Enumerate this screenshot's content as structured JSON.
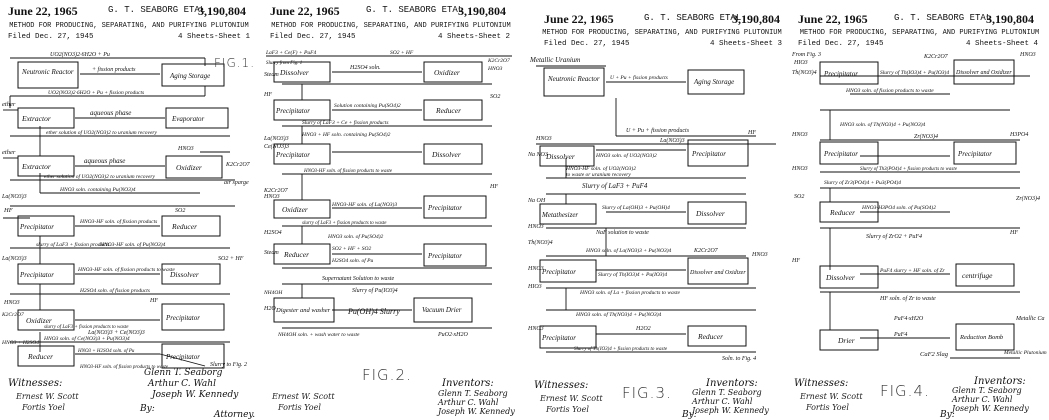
{
  "header": {
    "date": "June 22, 1965",
    "inventor": "G. T. SEABORG ETAL",
    "patent_number": "3,190,804",
    "title": "METHOD FOR PRODUCING, SEPARATING, AND PURIFYING PLUTONIUM",
    "filed": "Filed Dec. 27, 1945"
  },
  "signatures": {
    "witnesses": "Witnesses:",
    "witness_sign_1": "Ernest W. Scott",
    "witness_sign_2": "Fortis Yoel",
    "inventors": "Inventors:",
    "inventor_1": "Glenn T. Seaborg",
    "inventor_2": "Arthur C. Wahl",
    "inventor_3": "Joseph W. Kennedy",
    "by": "By:",
    "attorney": "Attorney."
  },
  "sheets": [
    {
      "sheet_label": "4 Sheets-Sheet 1",
      "figure": "FIG.1.",
      "boxes": [
        {
          "label": "Neutronic Reactor"
        },
        {
          "label": "Aging Storage"
        },
        {
          "label": "Extractor"
        },
        {
          "label": "Evaporator"
        },
        {
          "label": "Extractor"
        },
        {
          "label": "Oxidizer"
        },
        {
          "label": "Precipitator"
        },
        {
          "label": "Reducer"
        },
        {
          "label": "Precipitator"
        },
        {
          "label": "Dissolver"
        },
        {
          "label": "Oxidizer"
        },
        {
          "label": "Precipitator"
        },
        {
          "label": "Reducer"
        },
        {
          "label": "Precipitator"
        }
      ],
      "flows": [
        {
          "label": "UO2(NO3)2·6H2O + Pu"
        },
        {
          "label": "+ fission products"
        },
        {
          "label": "ether"
        },
        {
          "label": "aqueous phase"
        },
        {
          "label": "UO2(NO3)2·6H2O + Pu + fission products"
        },
        {
          "label": "ether solution of UO2(NO3)2 to uranium recovery"
        },
        {
          "label": "ether"
        },
        {
          "label": "HNO3"
        },
        {
          "label": "aqueous phase"
        },
        {
          "label": "K2Cr2O7"
        },
        {
          "label": "ether solution of UO2(NO3)2 to uranium recovery"
        },
        {
          "label": "HNO3 soln. containing Pu(NO3)4"
        },
        {
          "label": "air sparge"
        },
        {
          "label": "La(NO3)3"
        },
        {
          "label": "HF"
        },
        {
          "label": "SO2"
        },
        {
          "label": "HNO3-HF soln. of fission products"
        },
        {
          "label": "slurry of LaF3 + fission products"
        },
        {
          "label": "HNO3-HF soln. of Pu(NO3)4"
        },
        {
          "label": "La(NO3)3"
        },
        {
          "label": "SO2 + HF"
        },
        {
          "label": "HNO3"
        },
        {
          "label": "HNO3-HF soln. of fission products to waste"
        },
        {
          "label": "H2SO4 soln. of fission products"
        },
        {
          "label": "K2Cr2O7"
        },
        {
          "label": "HF"
        },
        {
          "label": "HNO3 soln. of Ce(NO3)3 + Pu(NO3)4"
        },
        {
          "label": "slurry of LaF3 + fission products to waste"
        },
        {
          "label": "La(NO3)3 + Ce(NO3)3"
        },
        {
          "label": "HNO3 + H2SO4"
        },
        {
          "label": "HNO3 + H2SO4 soln. of Pu"
        },
        {
          "label": "HNO3-HF soln. of fission products to waste"
        },
        {
          "label": "Slurry to Fig. 2"
        }
      ]
    },
    {
      "sheet_label": "4 Sheets-Sheet 2",
      "figure": "FIG.2.",
      "boxes": [
        {
          "label": "Dissolver"
        },
        {
          "label": "Oxidizer"
        },
        {
          "label": "Precipitator"
        },
        {
          "label": "Reducer"
        },
        {
          "label": "Precipitator"
        },
        {
          "label": "Dissolver"
        },
        {
          "label": "Oxidizer"
        },
        {
          "label": "Precipitator"
        },
        {
          "label": "Precipitator"
        },
        {
          "label": "Reducer"
        },
        {
          "label": "Digester and washer"
        },
        {
          "label": "Vacuum Drier"
        }
      ],
      "flows": [
        {
          "label": "LaF3 + Ce(F) + PuF4"
        },
        {
          "label": "Slurry from Fig. 1"
        },
        {
          "label": "SO2 + HF"
        },
        {
          "label": "Steam"
        },
        {
          "label": "H2SO4 soln."
        },
        {
          "label": "K2Cr2O7"
        },
        {
          "label": "HNO3"
        },
        {
          "label": "HF"
        },
        {
          "label": "Solution containing Pu(SO4)2"
        },
        {
          "label": "SO2"
        },
        {
          "label": "Slurry of LaF3 + Ce + fission products"
        },
        {
          "label": "HNO3 + HF soln. containing Pu(SO4)2"
        },
        {
          "label": "La(NO3)3"
        },
        {
          "label": "Ce(NO3)3"
        },
        {
          "label": "HNO3-HF soln. of fission products to waste"
        },
        {
          "label": "K2Cr2O7"
        },
        {
          "label": "HNO3"
        },
        {
          "label": "HF"
        },
        {
          "label": "HNO3-HF soln. of La(NO3)3"
        },
        {
          "label": "slurry of LaF3 + fission products to waste"
        },
        {
          "label": "H2SO4"
        },
        {
          "label": "HNO3 soln. of Pu(SO4)2"
        },
        {
          "label": "Steam"
        },
        {
          "label": "SO2 + HF + SO2"
        },
        {
          "label": "H2SO4 soln. of Pu"
        },
        {
          "label": "Supernatant Solution to waste"
        },
        {
          "label": "Slurry of Pu(IO3)4"
        },
        {
          "label": "NH4OH"
        },
        {
          "label": "H2O"
        },
        {
          "label": "Pu(OH)4 Slurry"
        },
        {
          "label": "NH4OH soln. + wash water to waste"
        },
        {
          "label": "PuO2·xH2O"
        }
      ]
    },
    {
      "sheet_label": "4 Sheets-Sheet 3",
      "figure": "FIG.3.",
      "boxes": [
        {
          "label": "Neutronic Reactor"
        },
        {
          "label": "Aging Storage"
        },
        {
          "label": "Dissolver"
        },
        {
          "label": "Precipitator"
        },
        {
          "label": "Metathesizer"
        },
        {
          "label": "Dissolver"
        },
        {
          "label": "Precipitator"
        },
        {
          "label": "Dissolver and Oxidizer"
        },
        {
          "label": "Precipitator"
        },
        {
          "label": "Reducer"
        }
      ],
      "flows": [
        {
          "label": "Metallic Uranium"
        },
        {
          "label": "U + Pu + fission products"
        },
        {
          "label": "U + Pu + fission products"
        },
        {
          "label": "HNO3"
        },
        {
          "label": "HF"
        },
        {
          "label": "Na NO3"
        },
        {
          "label": "La(NO3)3"
        },
        {
          "label": "HNO3 soln. of UO2(NO3)2"
        },
        {
          "label": "HNO3-HF soln. of UO2(NO3)2"
        },
        {
          "label": "to waste or uranium recovery"
        },
        {
          "label": "Slurry of LaF3 + PuF4"
        },
        {
          "label": "Na OH"
        },
        {
          "label": "Slurry of La(OH)3 + Pu(OH)4"
        },
        {
          "label": "NaF solution to waste"
        },
        {
          "label": "HNO3"
        },
        {
          "label": "HNO3 soln. of La(NO3)3 + Pu(NO3)4"
        },
        {
          "label": "Th(NO3)4"
        },
        {
          "label": "K2Cr2O7"
        },
        {
          "label": "HNO3"
        },
        {
          "label": "Slurry of Th(IO3)4 + Pu(IO3)4"
        },
        {
          "label": "HNO3"
        },
        {
          "label": "HNO3 soln. of La + fission products to waste"
        },
        {
          "label": "HIO3"
        },
        {
          "label": "HNO3 soln. of Th(NO3)4 + Pu(NO3)4"
        },
        {
          "label": "H2O2"
        },
        {
          "label": "HNO3"
        },
        {
          "label": "Slurry of Th(IO3)4 + fission products to waste"
        },
        {
          "label": "Soln. to Fig. 4"
        }
      ]
    },
    {
      "sheet_label": "4 Sheets-Sheet 4",
      "figure": "FIG.4.",
      "boxes": [
        {
          "label": "Precipitator"
        },
        {
          "label": "Dissolver and Oxidizer"
        },
        {
          "label": "Precipitator"
        },
        {
          "label": "Precipitator"
        },
        {
          "label": "Reducer"
        },
        {
          "label": "Dissolver"
        },
        {
          "label": "centrifuge"
        },
        {
          "label": "Drier"
        },
        {
          "label": "Reduction Bomb"
        }
      ],
      "flows": [
        {
          "label": "From Fig. 3"
        },
        {
          "label": "HIO3"
        },
        {
          "label": "Th(NO3)4"
        },
        {
          "label": "K2Cr2O7"
        },
        {
          "label": "HNO3"
        },
        {
          "label": "Slurry of Th(IO3)4 + Pu(IO3)4"
        },
        {
          "label": "HNO3 soln. of fission products to waste"
        },
        {
          "label": "HNO3"
        },
        {
          "label": "H3PO4"
        },
        {
          "label": "HNO3 soln. of Th(NO3)4 + Pu(NO3)4"
        },
        {
          "label": "Zr(NO3)4"
        },
        {
          "label": "Slurry of Th3(PO4)4 + fission products to waste"
        },
        {
          "label": "Slurry of Zr3(PO4)4 + Pu3(PO4)4"
        },
        {
          "label": "HNO3"
        },
        {
          "label": "Zr(NO3)4"
        },
        {
          "label": "SO2"
        },
        {
          "label": "HNO3-H3PO4 soln. of Pu(SO4)2"
        },
        {
          "label": "HF"
        },
        {
          "label": "Slurry of ZrO2 + PuF4"
        },
        {
          "label": "HF"
        },
        {
          "label": "PuF4 slurry + HF soln. of Zr"
        },
        {
          "label": "HF soln. of Zr to waste"
        },
        {
          "label": "PuF4·xH2O"
        },
        {
          "label": "Metallic Ca"
        },
        {
          "label": "PuF4"
        },
        {
          "label": "CaF2 Slag"
        },
        {
          "label": "Metallic Plutonium"
        }
      ]
    }
  ]
}
